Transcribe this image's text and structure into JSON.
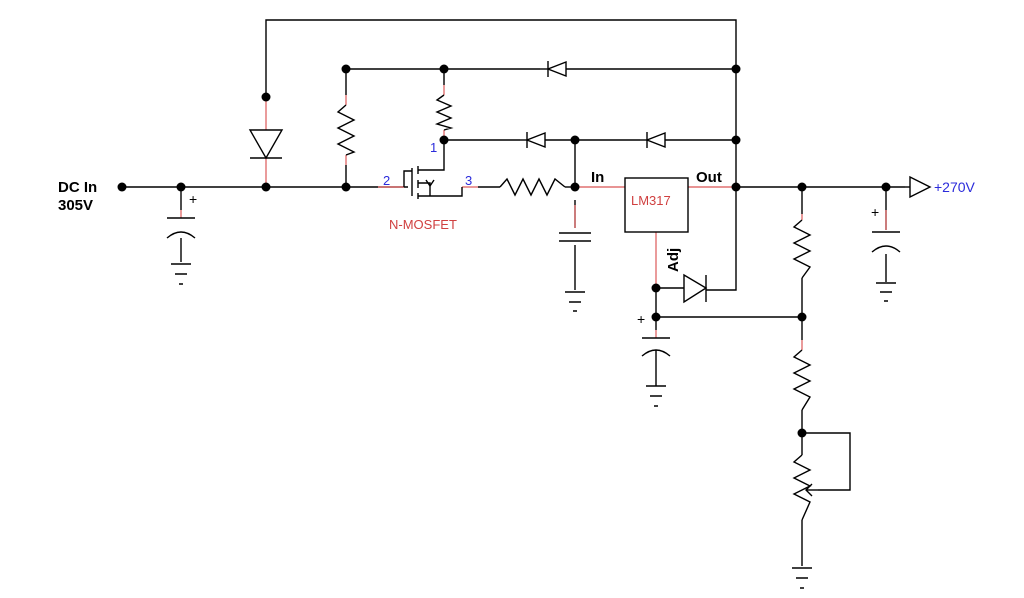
{
  "labels": {
    "dc_in_line1": "DC In",
    "dc_in_line2": "305V",
    "mosfet_name": "N-MOSFET",
    "mosfet_pin_drain": "1",
    "mosfet_pin_gate": "2",
    "mosfet_pin_source": "3",
    "regulator_name": "LM317",
    "reg_in": "In",
    "reg_out": "Out",
    "reg_adj": "Adj",
    "output_net": "+270V",
    "cap_plus_1": "+",
    "cap_plus_2": "+",
    "cap_plus_3": "+"
  },
  "colors": {
    "wire": "#000000",
    "component_lead": "#e07070",
    "pin_number": "#2b2bdb",
    "part_name": "#d04040"
  }
}
